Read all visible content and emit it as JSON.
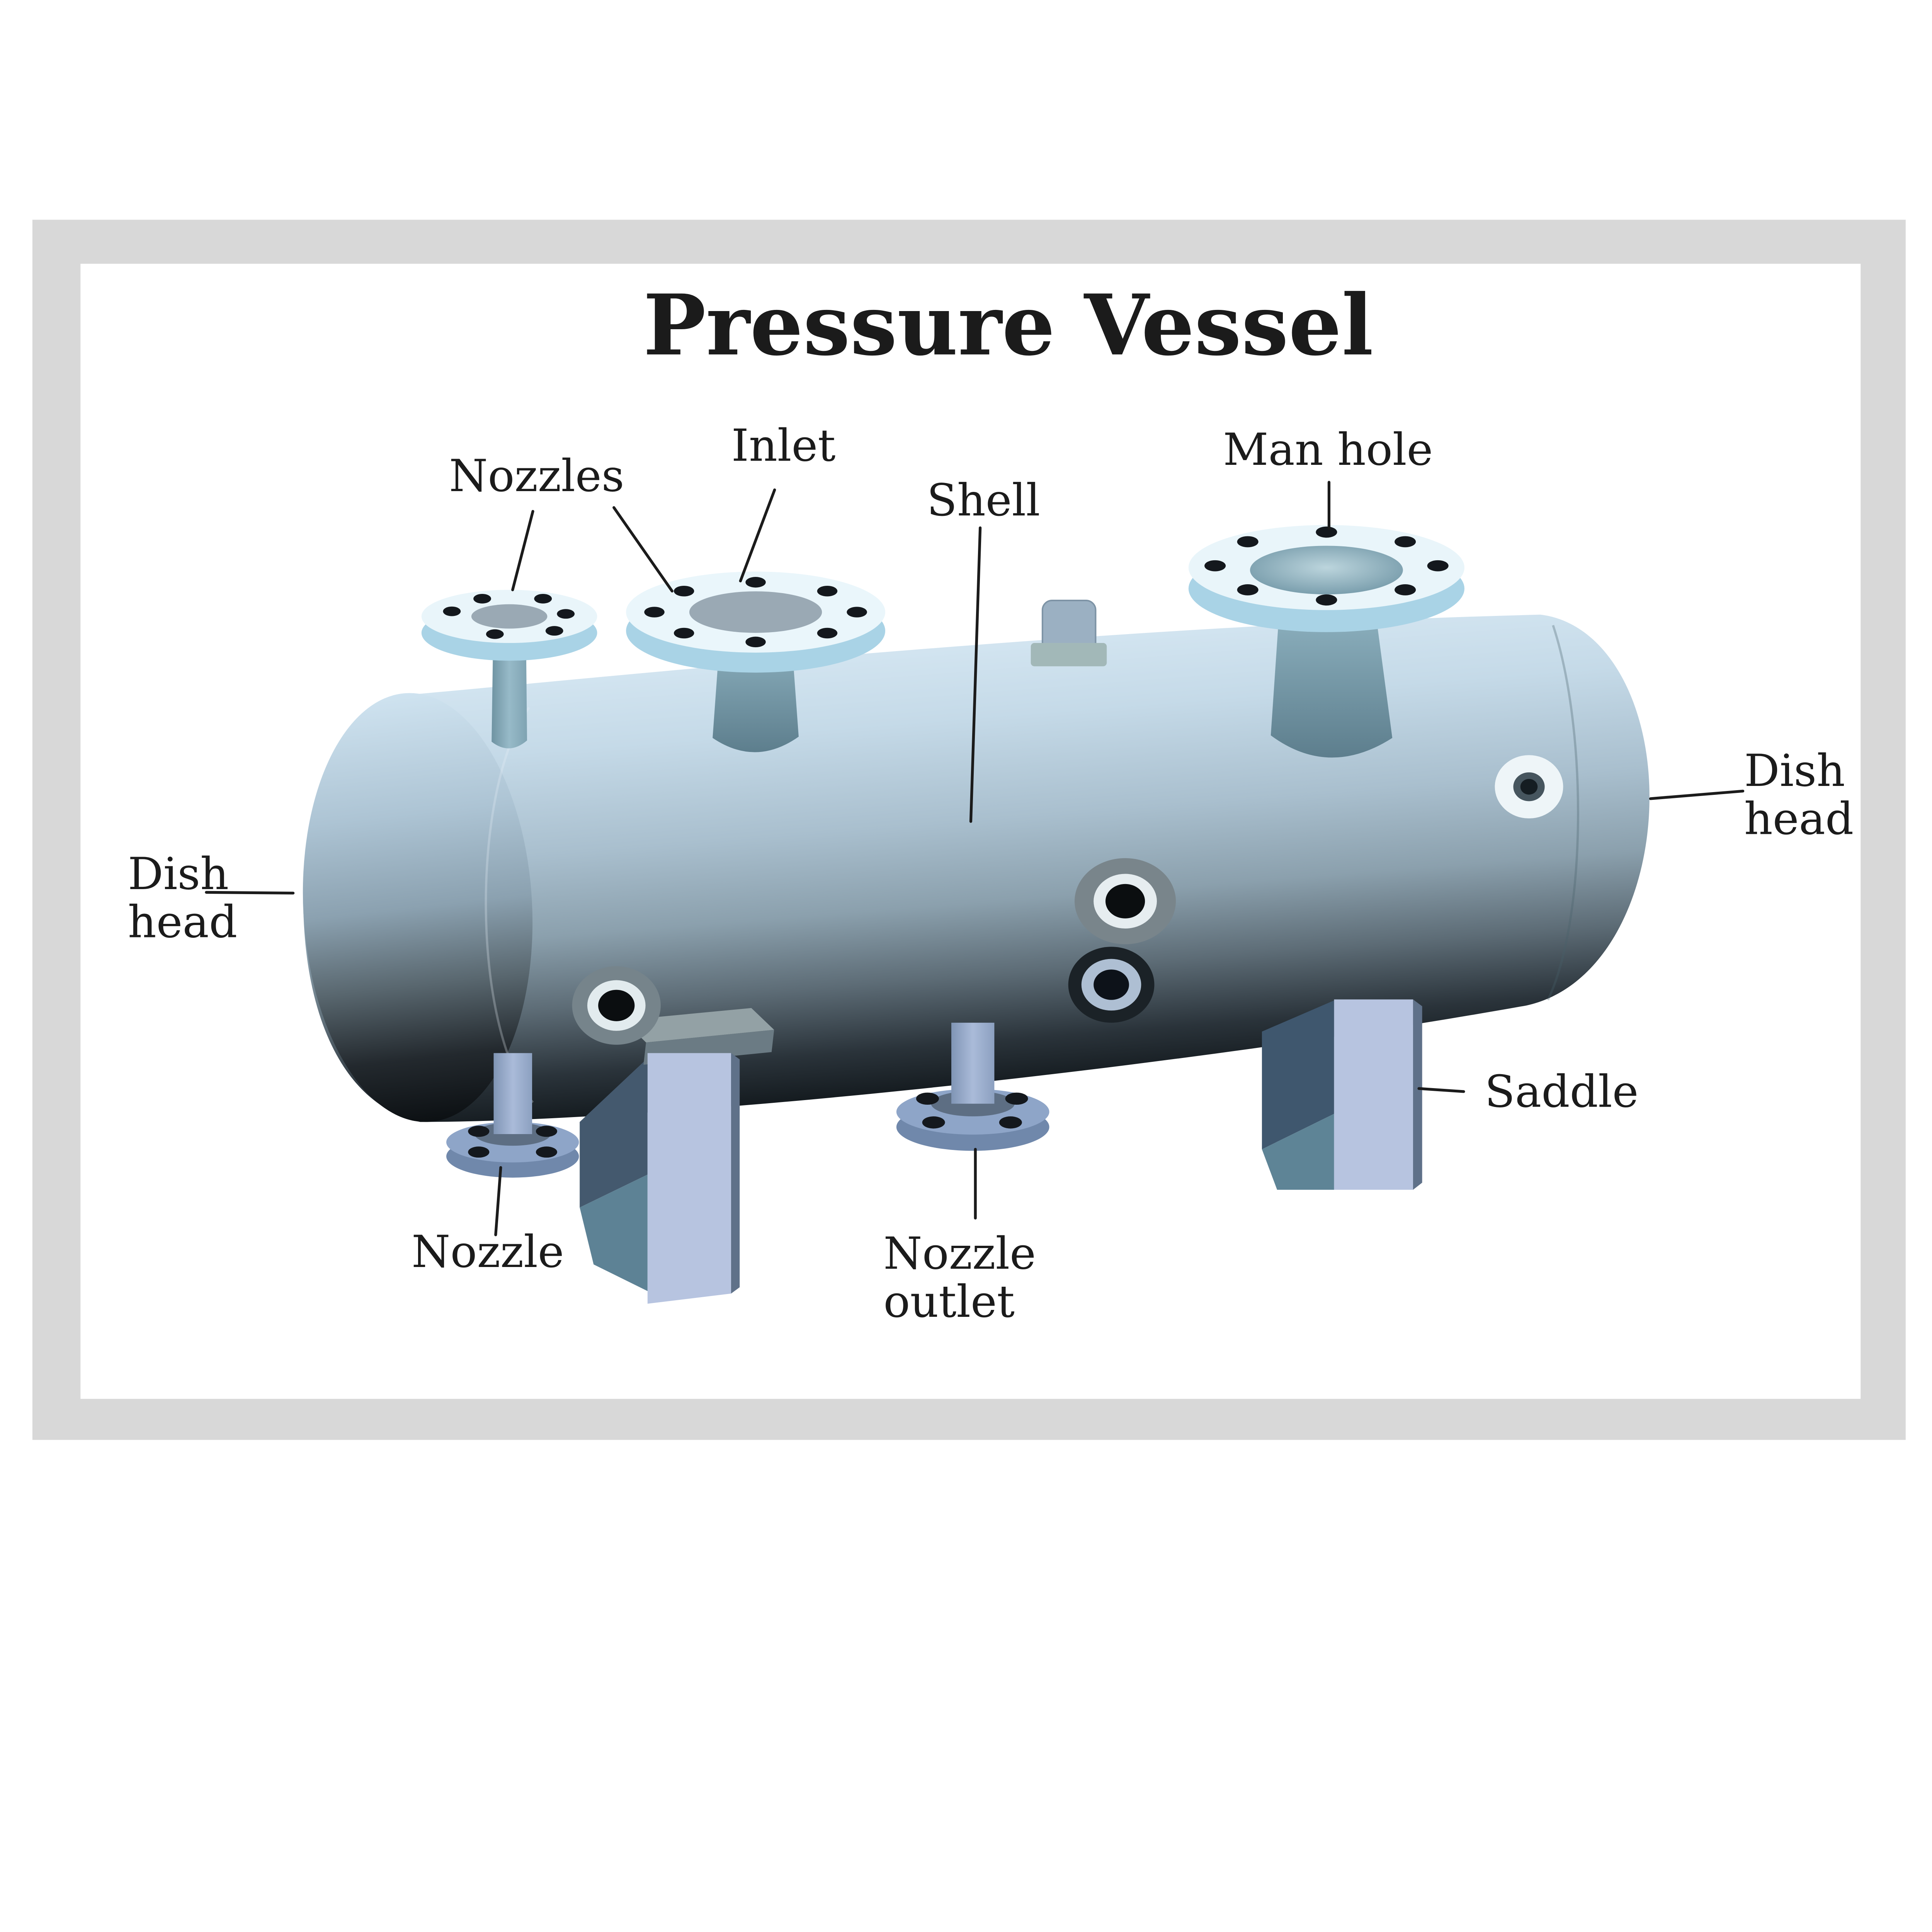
{
  "title": "Pressure Vessel",
  "labels": {
    "nozzles": "Nozzles",
    "inlet": "Inlet",
    "shell": "Shell",
    "man_hole": "Man hole",
    "dish_head_right_line1": "Dish",
    "dish_head_right_line2": "head",
    "dish_head_left_line1": "Dish",
    "dish_head_left_line2": "head",
    "nozzle": "Nozzle",
    "nozzle_outlet_line1": "Nozzle",
    "nozzle_outlet_line2": "outlet",
    "saddle": "Saddle"
  },
  "colors": {
    "frame_gray": "#d8d8d8",
    "background": "#ffffff",
    "text": "#1b1b1b",
    "shell_top": "#d8e9f4",
    "shell_bottom": "#0a0e11",
    "flange_top": "#e9f5fa",
    "flange_rim": "#a9d3e6",
    "flange_center_gray": "#9aa9b4",
    "neck_teal": "#7fa3b2",
    "steel_flange_top": "#8ea5c8",
    "steel_flange_rim": "#7088ab",
    "saddle_slab": "#b7c4e0",
    "saddle_dark": "#3f576e",
    "saddle_teal": "#5e8496",
    "bolt_hole": "#14181d"
  }
}
